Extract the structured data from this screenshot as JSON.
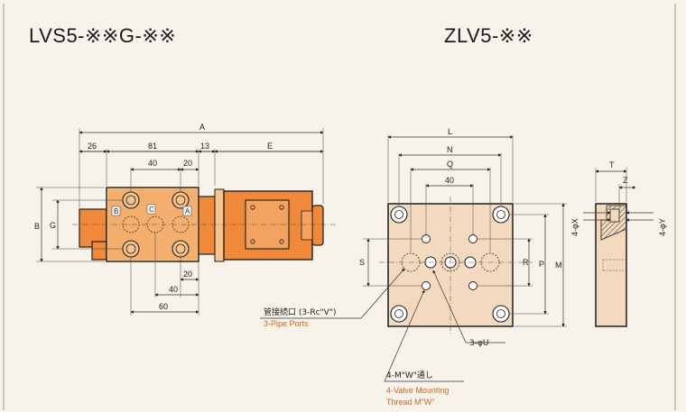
{
  "titles": {
    "left": "LVS5-※※G-※※",
    "right": "ZLV5-※※"
  },
  "left_dims": {
    "A": "A",
    "d26": "26",
    "d81": "81",
    "d13": "13",
    "E": "E",
    "d40": "40",
    "d20": "20",
    "B": "B",
    "G": "G",
    "d20b": "20",
    "d40b": "40",
    "d60": "60"
  },
  "ports": {
    "B": "B",
    "C": "C",
    "A": "A"
  },
  "right_dims": {
    "L": "L",
    "N": "N",
    "Q": "Q",
    "d40": "40",
    "S": "S",
    "R": "R",
    "P": "P",
    "M": "M",
    "T": "T",
    "Z": "Z",
    "phiX": "4-φX",
    "phiY": "4-φY"
  },
  "notes": {
    "pipe_jp": "管接続口 (3-Rc\"V\")",
    "pipe_en": "3-Pipe Ports",
    "phiU": "3-φU",
    "mount_jp": "4-M\"W\"通し",
    "mount_en1": "4-Valve Mounting",
    "mount_en2": "Thread M\"W\""
  },
  "colors": {
    "orange": "#f08a3a",
    "orange_light": "#f6c48a",
    "body_light": "#f3d9bd",
    "note_en": "#d2651e"
  }
}
